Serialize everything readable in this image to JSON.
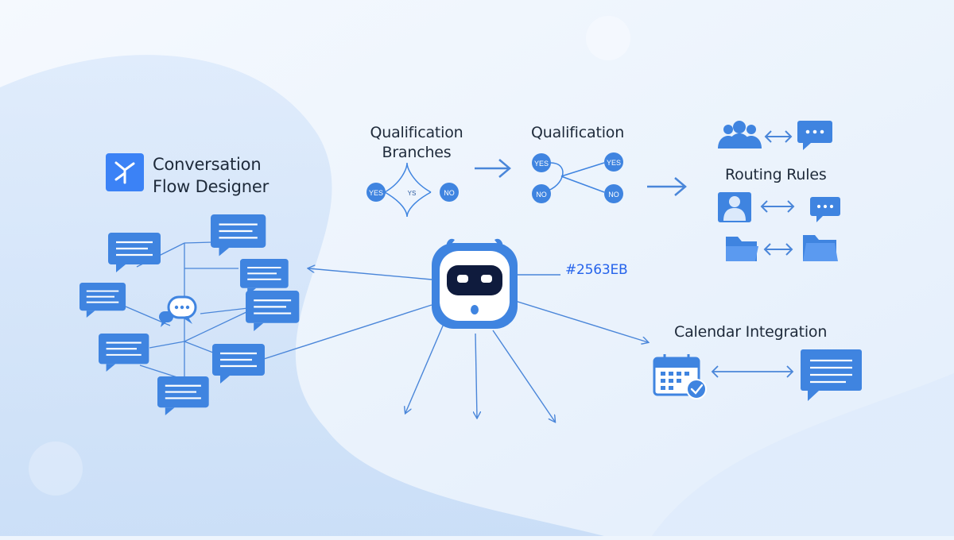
{
  "header": {
    "title_line1": "Conversation",
    "title_line2": "Flow Designer"
  },
  "qualification_branches": {
    "title_line1": "Qualification",
    "title_line2": "Branches",
    "yes_label": "YES",
    "ys_label": "YS",
    "no_label": "NO"
  },
  "qualification": {
    "title": "Qualification",
    "yes_label": "YES",
    "no_label": "NO"
  },
  "routing": {
    "title": "Routing Rules"
  },
  "calendar": {
    "title": "Calendar Integration"
  },
  "color_tag": {
    "label": "#2563EB"
  },
  "colors": {
    "primary": "#2563EB",
    "accent": "#3B82F6",
    "background": "#EEF5FD",
    "text": "#1E2A3A"
  }
}
